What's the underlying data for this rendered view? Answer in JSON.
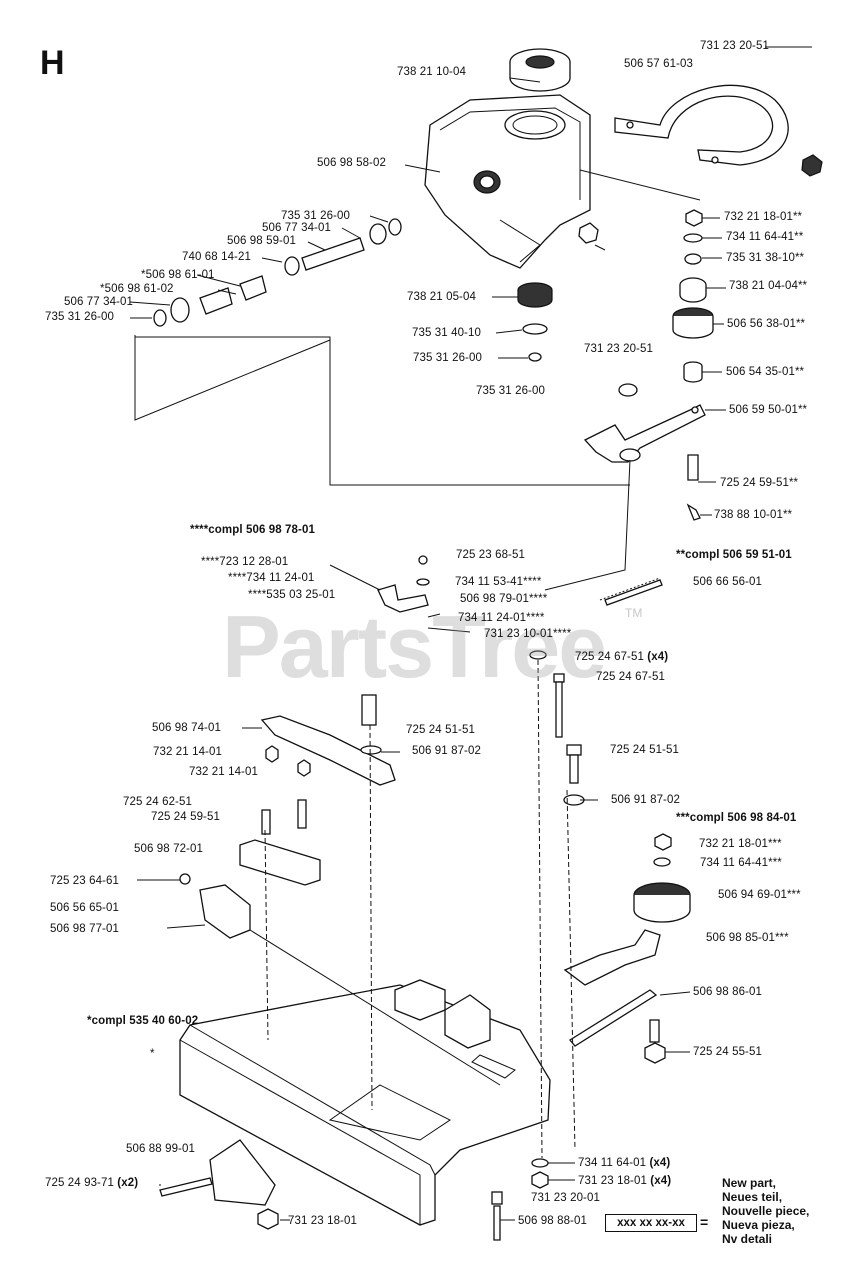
{
  "section_letter": "H",
  "watermark": "PartsTree",
  "watermark_tm": "TM",
  "labels": {
    "p731232051_top": "731 23 20-51",
    "p506576103": "506 57 61-03",
    "p738211004": "738 21 10-04",
    "p506985802": "506 98 58-02",
    "p735312600_a": "735 31 26-00",
    "p506773401_a": "506 77 34-01",
    "p506985901": "506 98 59-01",
    "p740681421": "740 68 14-21",
    "p506986101": "*506 98 61-01",
    "p506986102": "*506 98 61-02",
    "p506773401_b": "506 77 34-01",
    "p735312600_b": "735 31 26-00",
    "p738210504": "738 21 05-04",
    "p735314010": "735 31 40-10",
    "p735312600_c": "735 31 26-00",
    "p735312600_d": "735 31 26-00",
    "p732211801_a": "732 21 18-01**",
    "p734116441_a": "734 11 64-41**",
    "p735313810": "735 31 38-10**",
    "p738210404": "738 21 04-04**",
    "p506563801": "506 56 38-01**",
    "p731232051_mid": "731 23 20-51",
    "p506543501": "506 54 35-01**",
    "p506595001": "506 59 50-01**",
    "p725245951_a": "725 24 59-51**",
    "p738881001": "738 88 10-01**",
    "compl_506987801": "****compl 506 98 78-01",
    "p723122801": "****723 12 28-01",
    "p734112401_a": "****734 11 24-01",
    "p535032501": "****535 03 25-01",
    "p725236851": "725 23 68-51",
    "p734115341": "734 11 53-41****",
    "p506987901": "506 98 79-01****",
    "p734112401_b": "734 11 24-01****",
    "p731231001": "731 23 10-01****",
    "compl_506595101": "**compl 506 59 51-01",
    "p506665601": "506 66 56-01",
    "p725246751_x4": "725 24 67-51",
    "x4_a": "(x4)",
    "p725246751": "725 24 67-51",
    "p506987401": "506 98 74-01",
    "p725245151_a": "725 24 51-51",
    "p506918702_a": "506 91 87-02",
    "p732211401_a": "732 21 14-01",
    "p732211401_b": "732 21 14-01",
    "p725245151_b": "725 24 51-51",
    "p725246251": "725 24 62-51",
    "p725245951_b": "725 24 59-51",
    "p506918702_b": "506 91 87-02",
    "compl_506988401": "***compl 506 98 84-01",
    "p506987201": "506 98 72-01",
    "p732211801_b": "732 21 18-01***",
    "p734116441_b": "734 11 64-41***",
    "p725236461": "725 23 64-61",
    "p506946901": "506 94 69-01***",
    "p506566501": "506 56 65-01",
    "p506987701": "506 98 77-01",
    "p506988501": "506 98 85-01***",
    "p506988601": "506 98 86-01",
    "compl_535406002": "*compl 535 40 60-02",
    "star": "*",
    "p725245551": "725 24 55-51",
    "p506889901": "506 88 99-01",
    "p734116401": "734 11 64-01",
    "x4_b": "(x4)",
    "p731231801_a": "731 23 18-01",
    "x4_c": "(x4)",
    "p725249371": "725 24 93-71",
    "x2": "(x2)",
    "p731232001": "731 23 20-01",
    "p731231801_b": "731 23 18-01",
    "p506988801": "506 98 88-01"
  },
  "legend": {
    "code_placeholder": "xxx xx xx-xx",
    "equals": "=",
    "lines": [
      "New part,",
      "Neues teil,",
      "Nouvelle piece,",
      "Nueva pieza,",
      "Nv detali"
    ]
  }
}
